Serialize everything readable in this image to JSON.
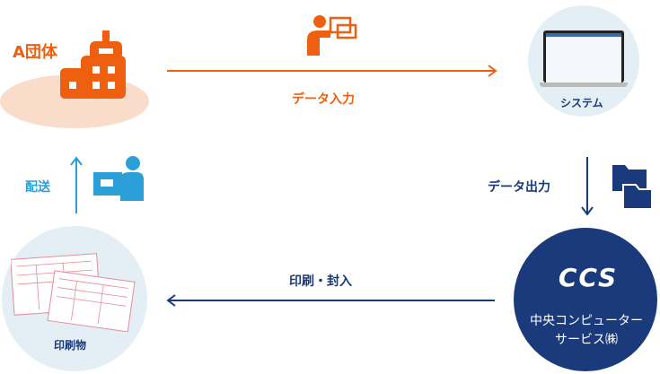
{
  "org": {
    "label": "A団体"
  },
  "flow": {
    "data_input": "データ入力",
    "system": "システム",
    "data_output": "データ出力",
    "print_seal": "印刷・封入",
    "printed": "印刷物",
    "delivery": "配送"
  },
  "company": {
    "logo": "CCS",
    "name_line1": "中央コンピューター",
    "name_line2": "サービス㈱"
  },
  "colors": {
    "orange": "#ee6010",
    "navy": "#1a3a7c",
    "blue": "#2a9fd8",
    "circle": "#e3eff5",
    "peach": "#fadccb"
  }
}
